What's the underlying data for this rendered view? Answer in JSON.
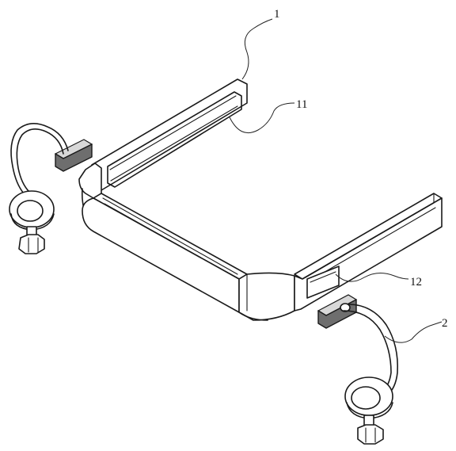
{
  "labels": {
    "frame": "1",
    "frame_slot": "11",
    "frame_window": "12",
    "clamp_assembly": "2"
  }
}
